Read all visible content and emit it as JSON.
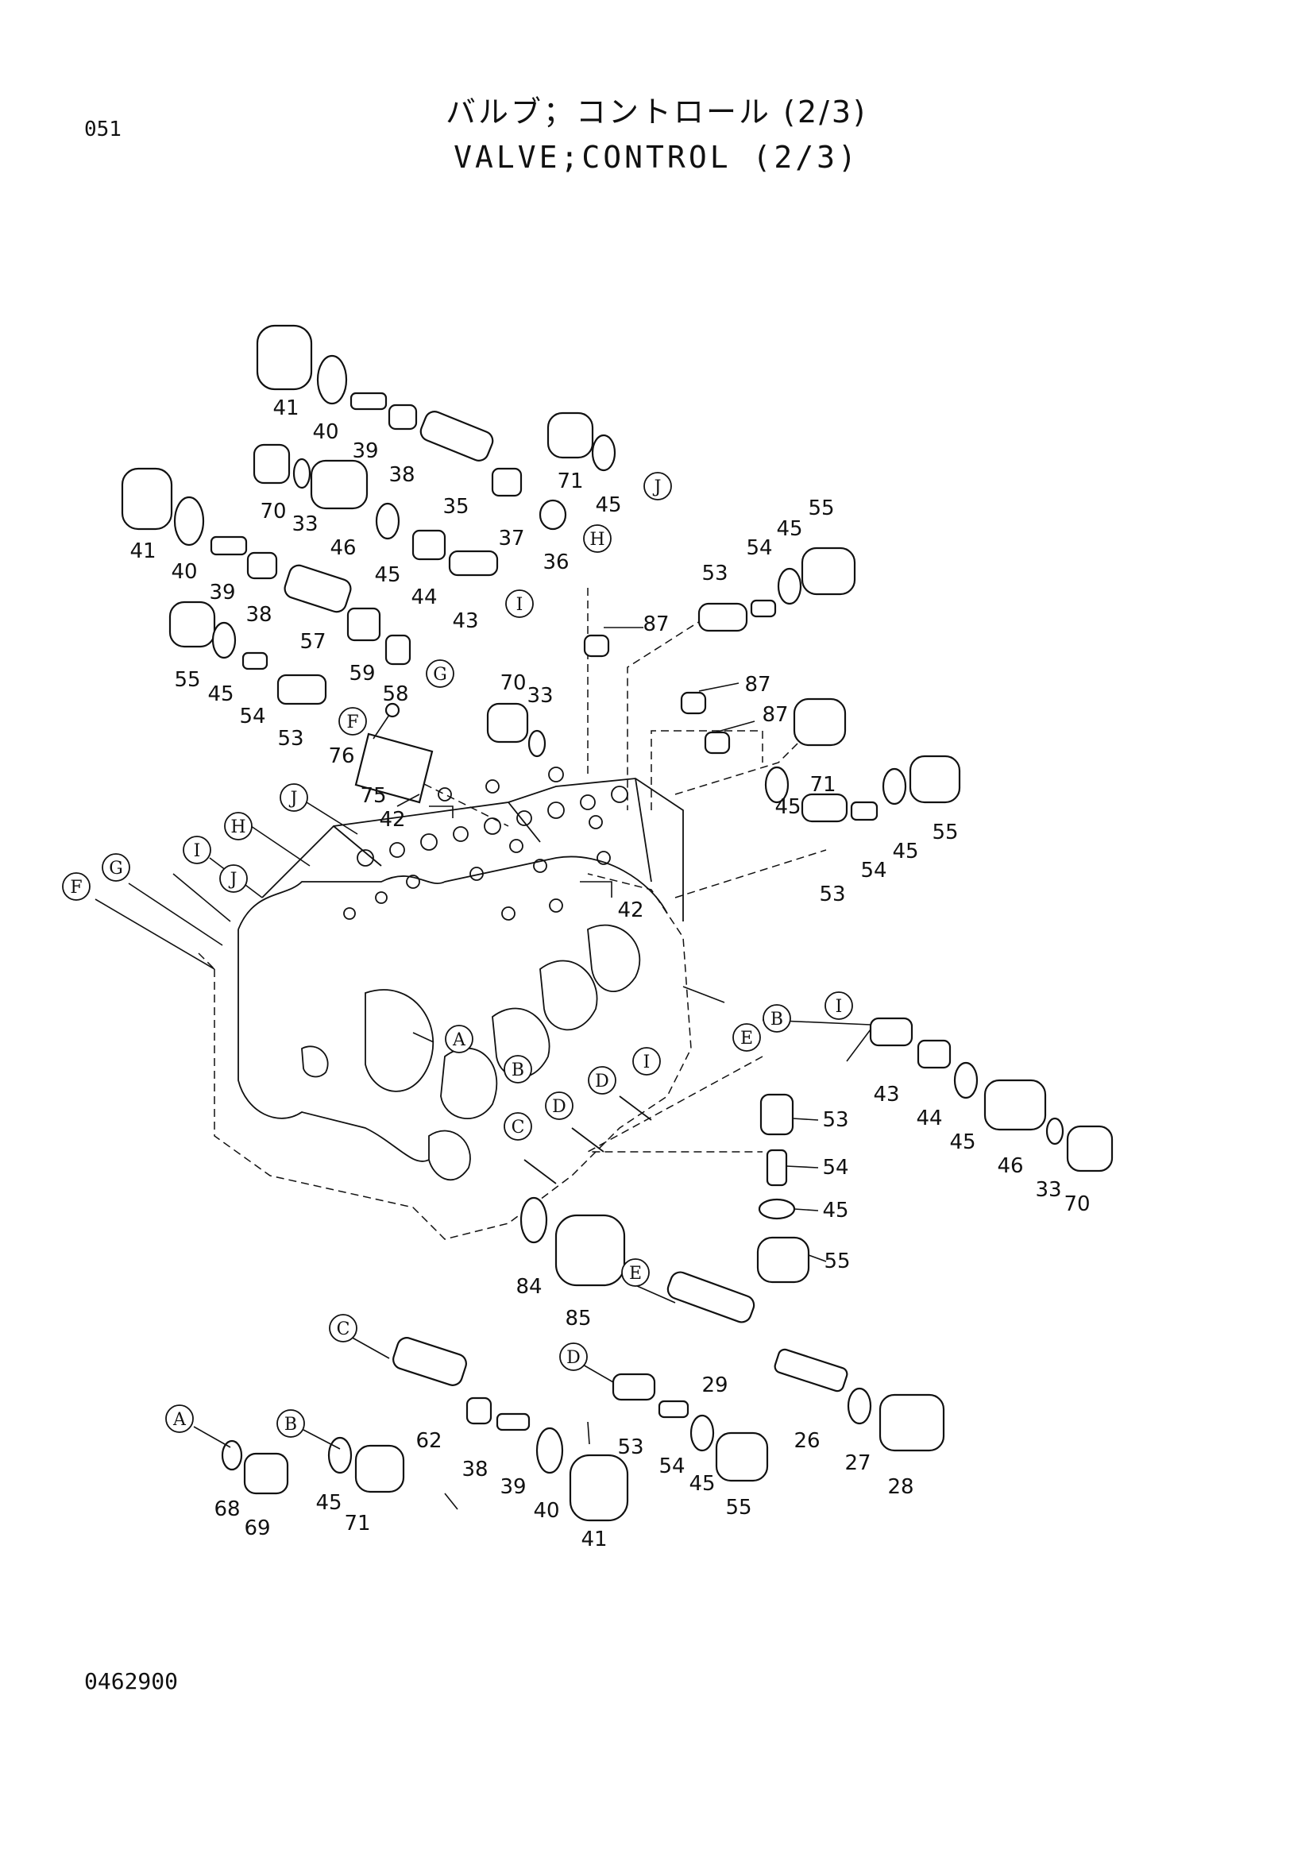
{
  "header": {
    "page_code": "051",
    "title_ja": "バルブ；コントロール (2/3)",
    "title_en": "VALVE;CONTROL (2/3)"
  },
  "footer": {
    "drawing_code": "0462900"
  },
  "part_labels": [
    "41",
    "40",
    "39",
    "38",
    "35",
    "37",
    "71",
    "45",
    "70",
    "33",
    "46",
    "36",
    "41",
    "40",
    "39",
    "38",
    "45",
    "44",
    "43",
    "53",
    "54",
    "45",
    "55",
    "57",
    "59",
    "58",
    "55",
    "45",
    "54",
    "53",
    "87",
    "70",
    "33",
    "87",
    "87",
    "76",
    "75",
    "42",
    "45",
    "71",
    "55",
    "45",
    "54",
    "53",
    "42",
    "43",
    "44",
    "45",
    "46",
    "33",
    "70",
    "53",
    "54",
    "45",
    "55",
    "84",
    "85",
    "29",
    "26",
    "27",
    "28",
    "62",
    "38",
    "39",
    "40",
    "41",
    "53",
    "54",
    "45",
    "55",
    "68",
    "69",
    "45",
    "71"
  ],
  "ref_labels": [
    "J",
    "H",
    "I",
    "G",
    "F",
    "J",
    "H",
    "I",
    "J",
    "G",
    "F",
    "A",
    "B",
    "E",
    "B",
    "D",
    "I",
    "D",
    "C",
    "I",
    "E",
    "C",
    "D",
    "A",
    "B"
  ]
}
